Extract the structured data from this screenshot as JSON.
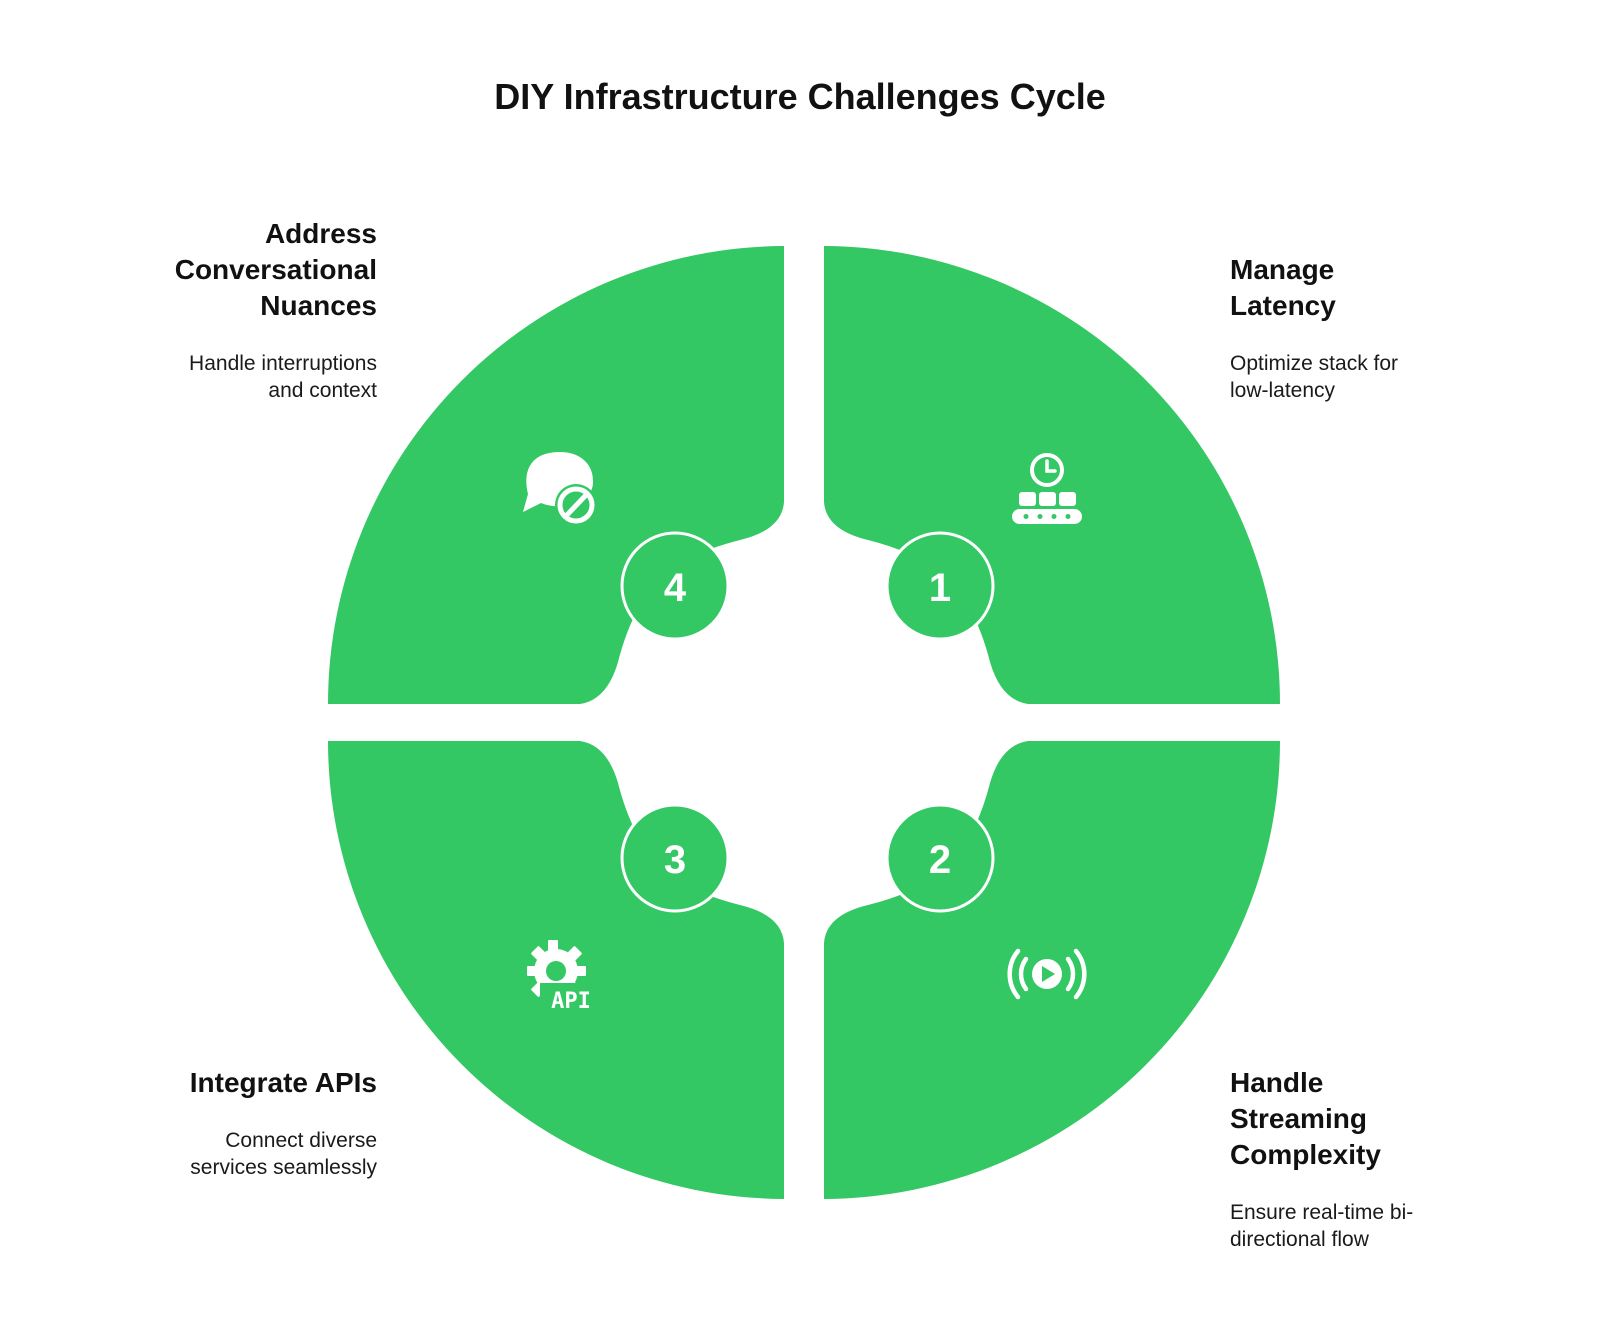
{
  "title": "DIY Infrastructure Challenges Cycle",
  "colors": {
    "segment": "#34C864",
    "icon": "#ffffff",
    "text": "#111111"
  },
  "steps": [
    {
      "number": "1",
      "heading_lines": [
        "Manage",
        "Latency"
      ],
      "description_lines": [
        "Optimize stack for",
        "low-latency"
      ],
      "icon": "clock-conveyor-icon"
    },
    {
      "number": "2",
      "heading_lines": [
        "Handle",
        "Streaming",
        "Complexity"
      ],
      "description_lines": [
        "Ensure real-time bi-",
        "directional flow"
      ],
      "icon": "broadcast-play-icon"
    },
    {
      "number": "3",
      "heading_lines": [
        "Integrate APIs"
      ],
      "description_lines": [
        "Connect diverse",
        "services seamlessly"
      ],
      "icon": "gear-api-icon",
      "icon_text": "API"
    },
    {
      "number": "4",
      "heading_lines": [
        "Address",
        "Conversational",
        "Nuances"
      ],
      "description_lines": [
        "Handle interruptions",
        "and context"
      ],
      "icon": "chat-blocked-icon"
    }
  ]
}
